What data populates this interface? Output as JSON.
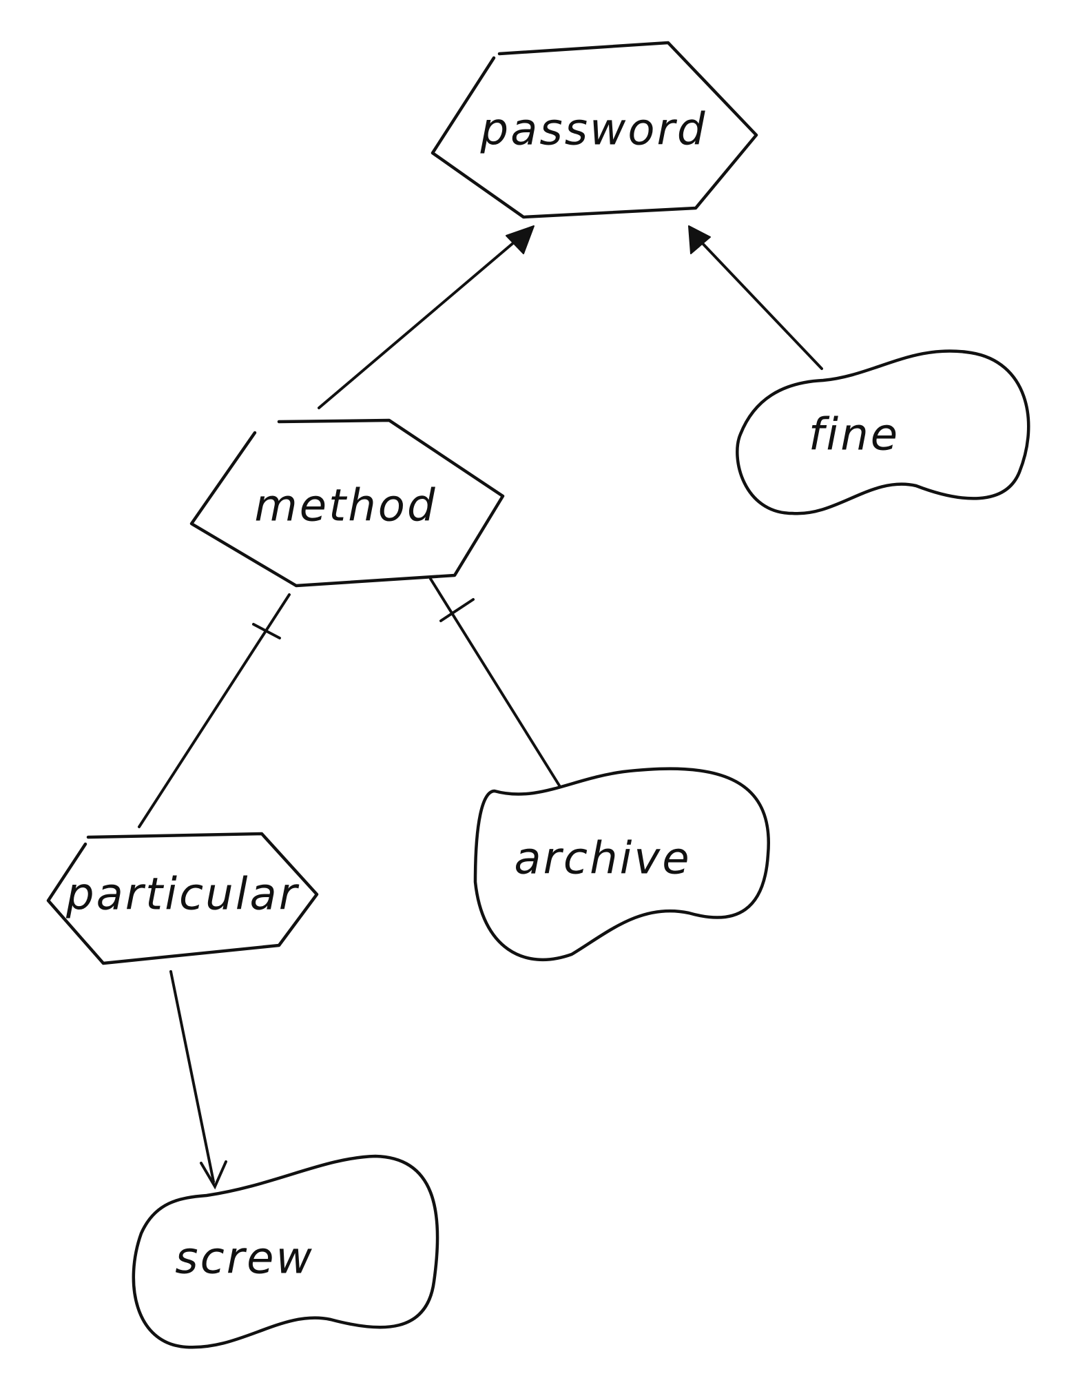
{
  "nodes": {
    "password": {
      "label": "password",
      "shape": "hexagon"
    },
    "method": {
      "label": "method",
      "shape": "hexagon"
    },
    "particular": {
      "label": "particular",
      "shape": "hexagon"
    },
    "fine": {
      "label": "fine",
      "shape": "blob"
    },
    "archive": {
      "label": "archive",
      "shape": "blob"
    },
    "screw": {
      "label": "screw",
      "shape": "blob"
    }
  },
  "edges": [
    {
      "from": "method",
      "to": "password",
      "style": "filled-arrow"
    },
    {
      "from": "fine",
      "to": "password",
      "style": "filled-arrow"
    },
    {
      "from": "method",
      "to": "particular",
      "style": "tee"
    },
    {
      "from": "method",
      "to": "archive",
      "style": "tee"
    },
    {
      "from": "particular",
      "to": "screw",
      "style": "open-arrow"
    }
  ]
}
